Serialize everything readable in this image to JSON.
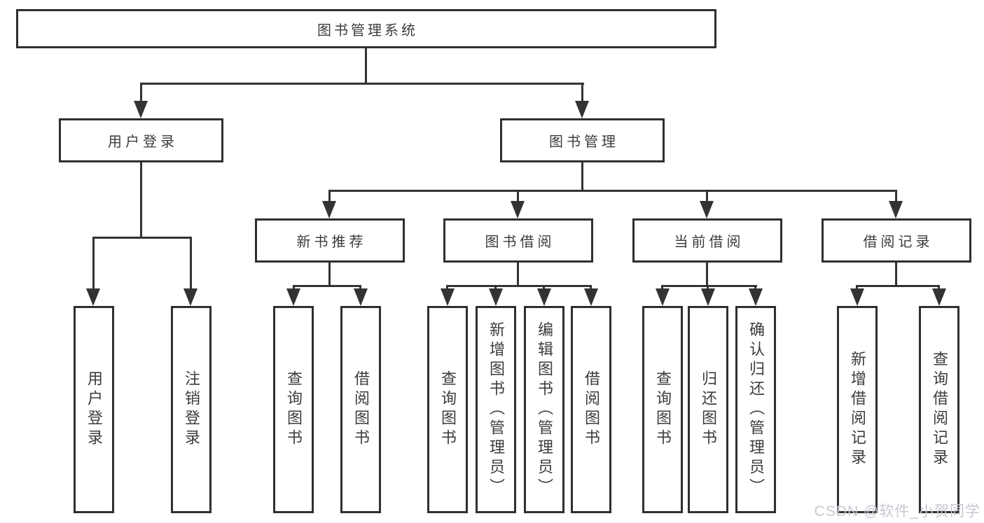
{
  "diagram": {
    "root": {
      "label": "图书管理系统"
    },
    "branches": [
      {
        "label": "用户登录",
        "children": [
          {
            "label": "用户登录"
          },
          {
            "label": "注销登录"
          }
        ]
      },
      {
        "label": "图书管理",
        "children": [
          {
            "label": "新书推荐",
            "children": [
              {
                "label": "查询图书"
              },
              {
                "label": "借阅图书"
              }
            ]
          },
          {
            "label": "图书借阅",
            "children": [
              {
                "label": "查询图书"
              },
              {
                "label": "新增图书（管理员）"
              },
              {
                "label": "编辑图书（管理员）"
              },
              {
                "label": "借阅图书"
              }
            ]
          },
          {
            "label": "当前借阅",
            "children": [
              {
                "label": "查询图书"
              },
              {
                "label": "归还图书"
              },
              {
                "label": "确认归还（管理员）"
              }
            ]
          },
          {
            "label": "借阅记录",
            "children": [
              {
                "label": "新增借阅记录"
              },
              {
                "label": "查询借阅记录"
              }
            ]
          }
        ]
      }
    ]
  },
  "watermark": {
    "text": "CSDN @软件_小贺同学"
  },
  "colors": {
    "line": "#333333",
    "box_border": "#2f2f2f",
    "box_fill": "#ffffff",
    "text": "#3c3c3c",
    "watermark": "#c9c7d2",
    "background": "#ffffff"
  }
}
